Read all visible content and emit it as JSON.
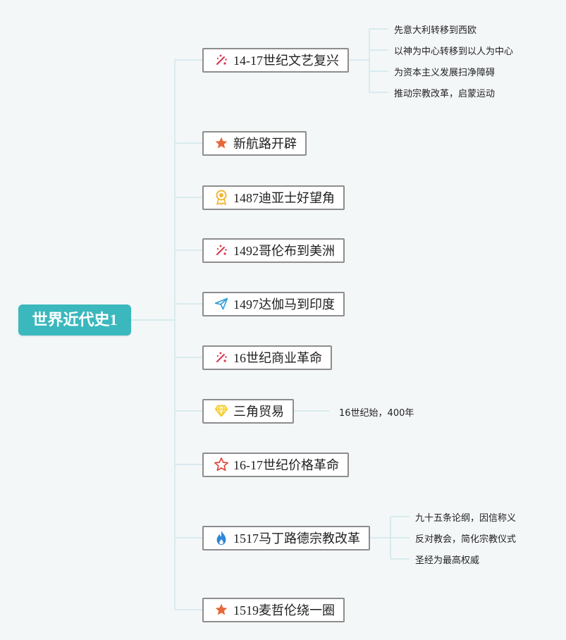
{
  "root": {
    "label": "世界近代史1"
  },
  "branches": [
    {
      "label": "14-17世纪文艺复兴",
      "icon": "sparkle-icon",
      "children": [
        "先意大利转移到西欧",
        "以神为中心转移到以人为中心",
        "为资本主义发展扫净障碍",
        "推动宗教改革，启蒙运动"
      ]
    },
    {
      "label": "新航路开辟",
      "icon": "star-filled-icon",
      "children": []
    },
    {
      "label": "1487迪亚士好望角",
      "icon": "medal-icon",
      "children": []
    },
    {
      "label": "1492哥伦布到美洲",
      "icon": "sparkle-icon",
      "children": []
    },
    {
      "label": "1497达伽马到印度",
      "icon": "paper-plane-icon",
      "children": []
    },
    {
      "label": "16世纪商业革命",
      "icon": "sparkle-icon",
      "children": []
    },
    {
      "label": "三角贸易",
      "icon": "diamond-icon",
      "children": [
        "16世纪始，400年"
      ]
    },
    {
      "label": "16-17世纪价格革命",
      "icon": "star-outline-icon",
      "children": []
    },
    {
      "label": "1517马丁路德宗教改革",
      "icon": "flame-icon",
      "children": [
        "九十五条论纲，因信称义",
        "反对教会，简化宗教仪式",
        "圣经为最高权威"
      ]
    },
    {
      "label": "1519麦哲伦绕一圈",
      "icon": "star-filled-icon",
      "children": []
    }
  ],
  "colors": {
    "root_fill": "#3bb8bd",
    "connector": "#cfe7ea",
    "node_border": "#8d8d8d",
    "sparkle": "#d9344a",
    "star_filled": "#e5673a",
    "medal": "#f2b632",
    "paper_plane": "#2f9fd8",
    "diamond": "#f5c518",
    "star_outline": "#e0443a",
    "flame": "#2f86d6"
  }
}
